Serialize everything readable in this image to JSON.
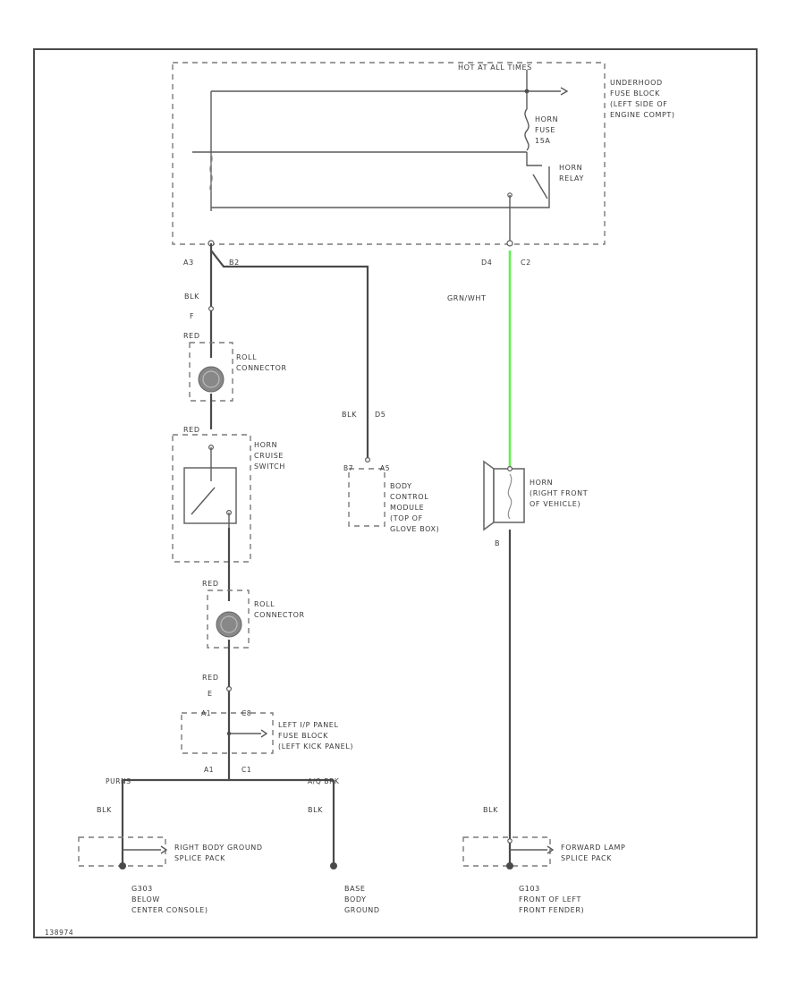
{
  "fuse_block": {
    "top_label": "HOT AT ALL TIMES",
    "name": [
      "UNDERHOOD",
      "FUSE BLOCK",
      "(LEFT SIDE OF",
      "ENGINE COMPT)"
    ],
    "fuse_label": [
      "HORN",
      "FUSE",
      "15A"
    ],
    "relay_label": [
      "HORN",
      "RELAY"
    ],
    "pin_a3": "A3",
    "pin_b2": "B2",
    "pin_d4": "D4",
    "pin_c2": "C2"
  },
  "wires": {
    "blk_1": "BLK",
    "blk_1_pin": "F",
    "red_1": "RED",
    "red_2": "RED",
    "red_3": "RED",
    "red_4": "RED",
    "red_4_pin": "E",
    "blk_bcm": "BLK",
    "blk_bcm_pin": "D5",
    "grn_wht": "GRN/WHT",
    "horn_pin_b": "B",
    "blk_g303": "BLK",
    "blk_base": "BLK",
    "blk_g103": "BLK"
  },
  "components": {
    "roll_connector_1": [
      "ROLL",
      "CONNECTOR"
    ],
    "horn_switch": [
      "HORN",
      "CRUISE",
      "SWITCH"
    ],
    "roll_connector_2": [
      "ROLL",
      "CONNECTOR"
    ],
    "bcm_pins": [
      "B7",
      "A5"
    ],
    "bcm": [
      "BODY",
      "CONTROL",
      "MODULE",
      "(TOP OF",
      "GLOVE BOX)"
    ],
    "horn": [
      "HORN",
      "(RIGHT FRONT",
      "OF VEHICLE)"
    ],
    "ip_fuse_pins": [
      "A1",
      "C8"
    ],
    "ip_fuse_block": [
      "LEFT I/P PANEL",
      "FUSE BLOCK",
      "(LEFT KICK PANEL)"
    ],
    "ip_lower_pins": [
      "A1",
      "C1"
    ],
    "bus_left": "PURNS",
    "bus_right": "A/Q BRK",
    "right_body_splice": [
      "RIGHT BODY GROUND",
      "SPLICE PACK"
    ],
    "forward_lamp_splice": [
      "FORWARD LAMP",
      "SPLICE PACK"
    ]
  },
  "grounds": {
    "g303": [
      "G303",
      "BELOW",
      "CENTER CONSOLE)"
    ],
    "base": [
      "BASE",
      "BODY",
      "GROUND"
    ],
    "g103": [
      "G103",
      "FRONT OF LEFT",
      "FRONT FENDER)"
    ]
  },
  "footer_code": "138974"
}
